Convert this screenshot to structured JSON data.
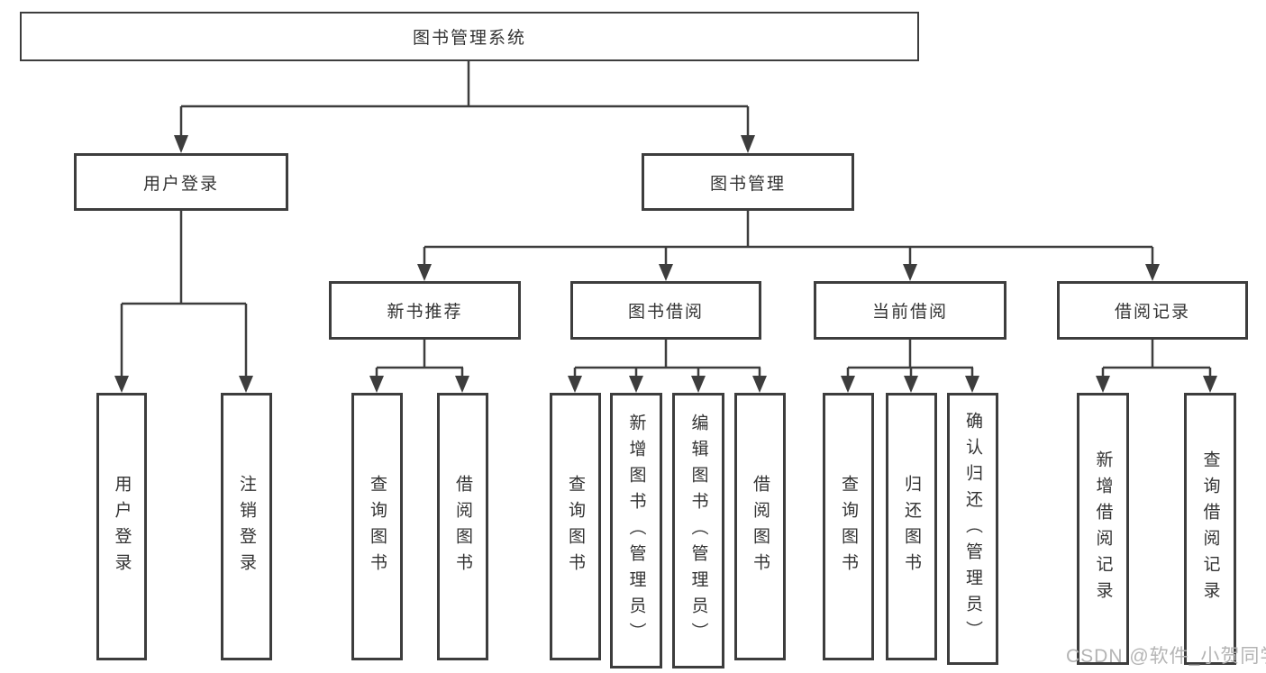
{
  "diagram": {
    "title": "图书管理系统",
    "level2": {
      "user_login": "用户登录",
      "book_mgmt": "图书管理"
    },
    "level3": {
      "new_books": "新书推荐",
      "borrow": "图书借阅",
      "current": "当前借阅",
      "records": "借阅记录"
    },
    "leaves": {
      "user_login": [
        "用户登录",
        "注销登录"
      ],
      "new_books": [
        "查询图书",
        "借阅图书"
      ],
      "borrow": [
        "查询图书",
        "新增图书（管理员）",
        "编辑图书（管理员）",
        "借阅图书"
      ],
      "current": [
        "查询图书",
        "归还图书",
        "确认归还（管理员）"
      ],
      "records": [
        "新增借阅记录",
        "查询借阅记录"
      ]
    }
  },
  "watermark": "CSDN @软件_小贺同学",
  "colors": {
    "line": "#3d3d3d",
    "text": "#333333",
    "watermark": "#b4b4b4",
    "background": "#ffffff"
  }
}
